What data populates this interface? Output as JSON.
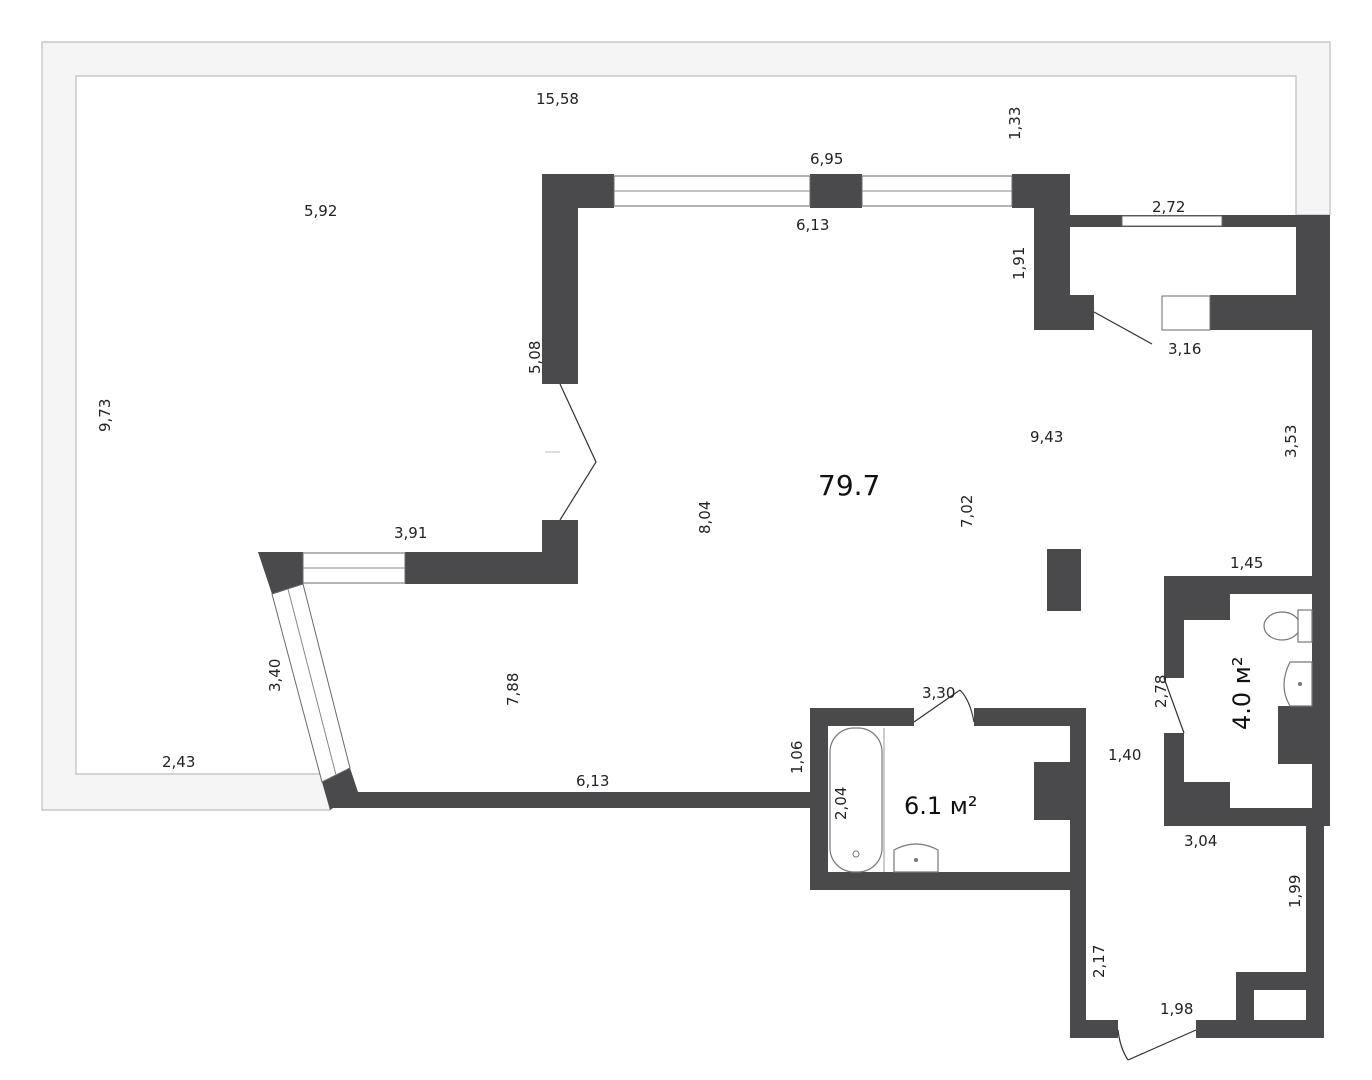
{
  "plan": {
    "main_area": "79.7",
    "bath_area": "6.1 м²",
    "wc_area": "4.0 м²"
  },
  "dimensions": {
    "terrace_top": "15,58",
    "terrace_inner_top": "5,92",
    "terrace_right": "1,33",
    "terrace_left": "9,73",
    "terrace_bottom": "2,43",
    "window_top_outer": "6,95",
    "window_top_inner": "6,13",
    "balcony_width": "2,72",
    "balcony_depth": "1,91",
    "balcony_door": "3,16",
    "left_wall": "5,08",
    "right_wall": "3,53",
    "room_diag": "9,43",
    "room_height_mid": "8,04",
    "room_height_right": "7,02",
    "bay_top": "3,91",
    "bay_angled": "3,40",
    "lower_left": "7,88",
    "bottom_wall": "6,13",
    "bath_side_outer": "1,06",
    "bath_side_inner": "2,04",
    "bath_top": "3,30",
    "wc_top": "1,45",
    "wc_side": "2,78",
    "corridor_width": "1,40",
    "hall_width": "3,04",
    "hall_right": "1,99",
    "hall_left": "2,17",
    "entrance": "1,98"
  }
}
